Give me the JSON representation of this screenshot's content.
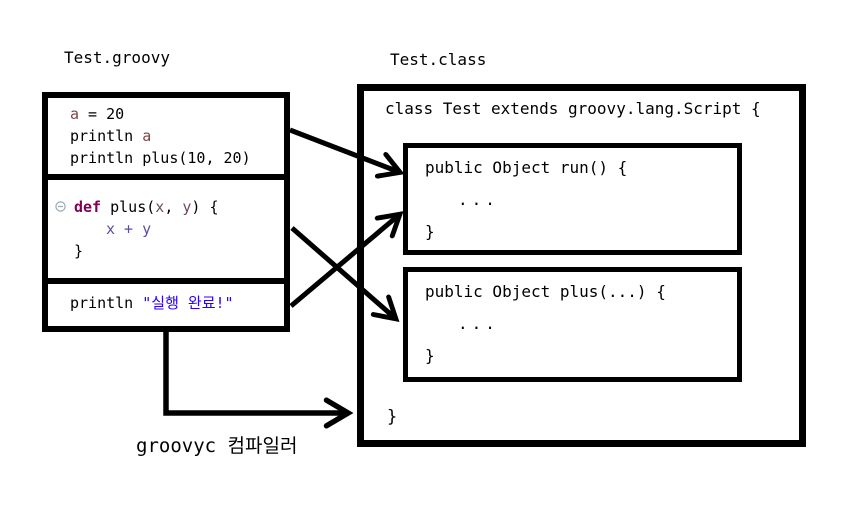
{
  "titles": {
    "groovy": "Test.groovy",
    "class": "Test.class"
  },
  "colors": {
    "keyword": "#7f0055",
    "variable": "#7d4545",
    "parameter": "#6d4a66",
    "local_expression": "#5a4fa2",
    "string": "#2a00ff",
    "stroke": "#000000",
    "background": "#ffffff"
  },
  "groovy_box": {
    "sections": [
      {
        "name": "script-statements",
        "lines": [
          {
            "tokens": [
              {
                "text": "a"
              },
              {
                "text": " = 20"
              }
            ]
          },
          {
            "tokens": [
              {
                "text": "println "
              },
              {
                "text": "a"
              }
            ]
          },
          {
            "tokens": [
              {
                "text": "println plus(10, 20)"
              }
            ]
          }
        ]
      },
      {
        "name": "method-definition",
        "lines": [
          {
            "tokens": [
              {
                "text": "def"
              },
              {
                "text": " plus("
              },
              {
                "text": "x"
              },
              {
                "text": ", "
              },
              {
                "text": "y"
              },
              {
                "text": ") {"
              }
            ]
          },
          {
            "tokens": [
              {
                "text": "x + y"
              }
            ]
          },
          {
            "tokens": [
              {
                "text": "}"
              }
            ]
          }
        ]
      },
      {
        "name": "final-statement",
        "lines": [
          {
            "tokens": [
              {
                "text": "println "
              },
              {
                "text": "\"실행 완료!\""
              }
            ]
          }
        ]
      }
    ]
  },
  "class_box": {
    "header": "class Test extends groovy.lang.Script {",
    "methods": [
      {
        "signature": "public Object run() {",
        "body": "...",
        "close": "}"
      },
      {
        "signature": "public Object plus(...) {",
        "body": "...",
        "close": "}"
      }
    ],
    "footer": "}"
  },
  "arrows": [
    {
      "from": "script-statements-section",
      "to": "run-method-box"
    },
    {
      "from": "method-definition-section",
      "to": "plus-method-box"
    },
    {
      "from": "final-statement-section",
      "to": "run-method-box"
    },
    {
      "from": "groovy-source-box",
      "to": "class-box-footer"
    }
  ],
  "compiler_label": "groovyc 컴파일러"
}
